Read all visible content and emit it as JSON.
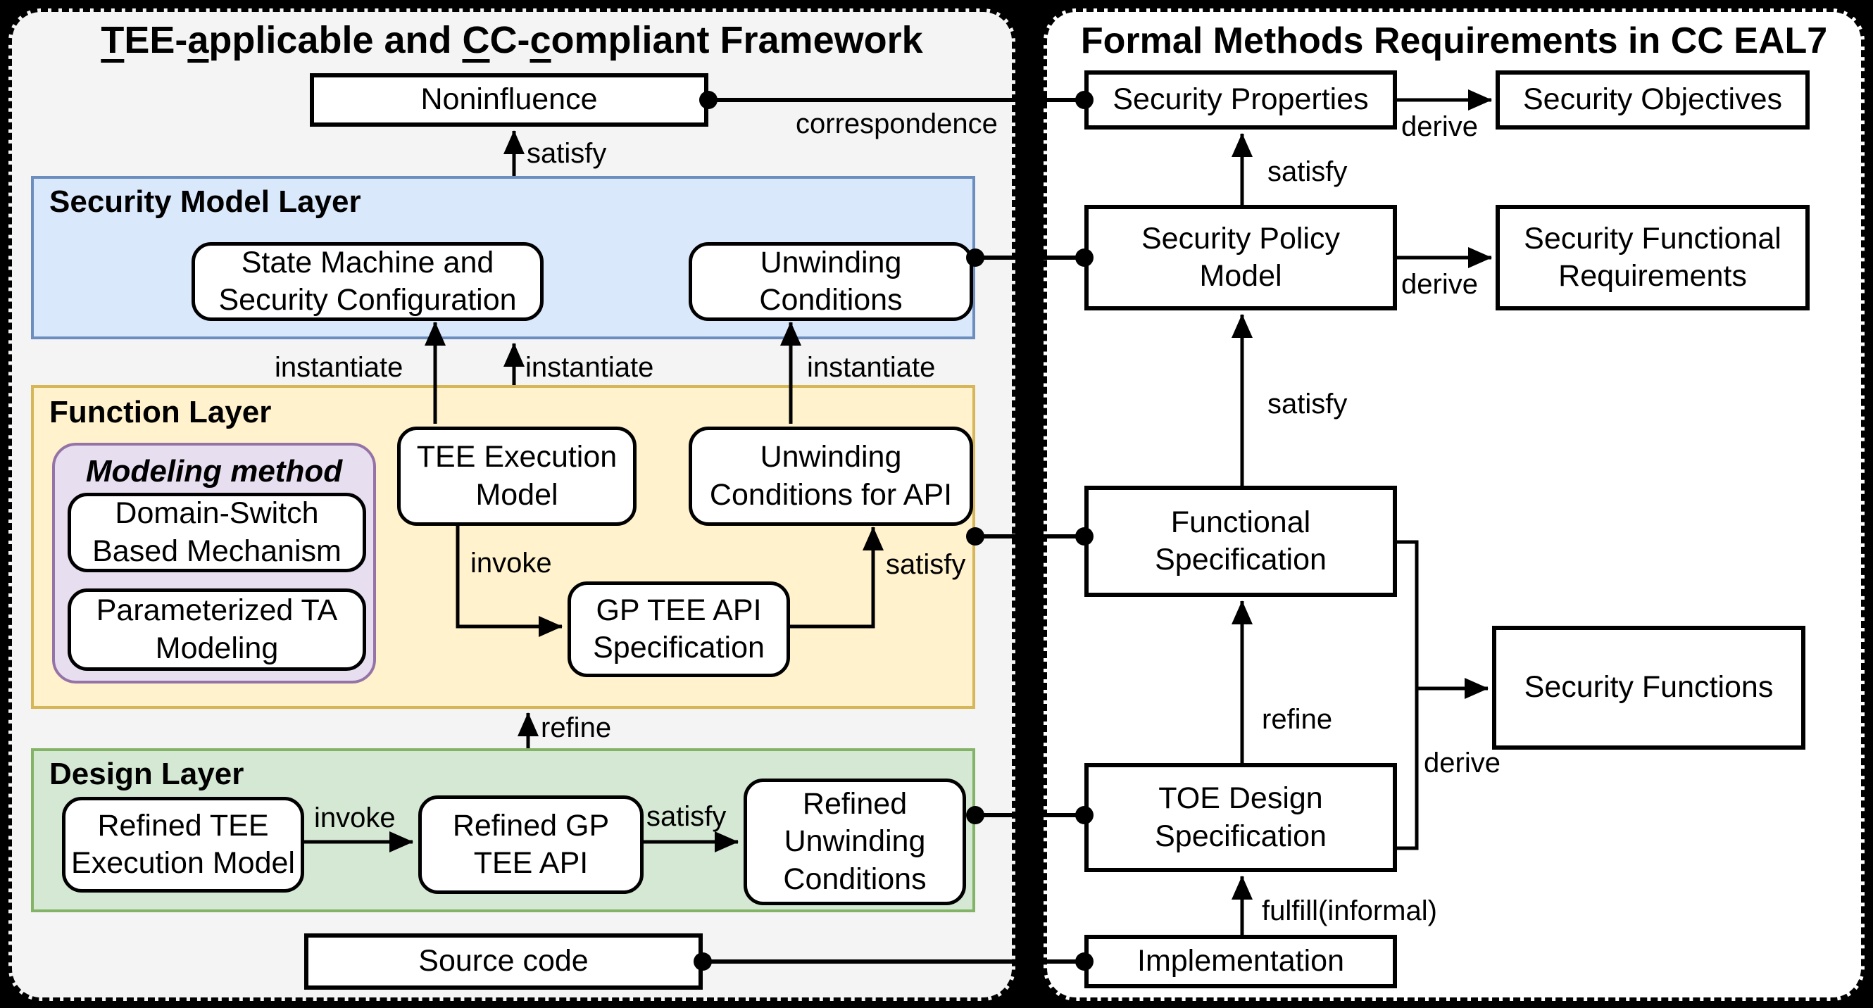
{
  "colors": {
    "page_bg": "#000000",
    "left_panel_bg": "#f4f4f4",
    "right_panel_bg": "#ffffff",
    "security_model_layer": {
      "fill": "#dae8fc",
      "border": "#6c8ebf"
    },
    "function_layer": {
      "fill": "#fff2cc",
      "border": "#d6b656"
    },
    "design_layer": {
      "fill": "#d5e8d4",
      "border": "#82b366"
    },
    "modeling_method_group": {
      "fill": "#e7def0",
      "border": "#9673a6"
    },
    "node_fill": "#ffffff",
    "line_color": "#000000"
  },
  "left_panel": {
    "title_parts": [
      {
        "text": "T",
        "underline": true
      },
      {
        "text": "EE-",
        "underline": false
      },
      {
        "text": "a",
        "underline": true
      },
      {
        "text": "pplicable and ",
        "underline": false
      },
      {
        "text": "C",
        "underline": true
      },
      {
        "text": "C-",
        "underline": false
      },
      {
        "text": "c",
        "underline": true
      },
      {
        "text": "ompliant Framework",
        "underline": false
      }
    ],
    "noninfluence": {
      "label": "Noninfluence"
    },
    "source_code": {
      "label": "Source code"
    },
    "security_model_layer": {
      "title": "Security Model Layer",
      "state_machine": {
        "line1": "State Machine and",
        "line2": "Security Configuration"
      },
      "unwinding_conditions": {
        "line1": "Unwinding",
        "line2": "Conditions"
      }
    },
    "function_layer": {
      "title": "Function Layer",
      "modeling_method": {
        "title": "Modeling method",
        "domain_switch": {
          "line1": "Domain-Switch",
          "line2": "Based Mechanism"
        },
        "parameterized_ta": {
          "line1": "Parameterized TA",
          "line2": "Modeling"
        }
      },
      "tee_execution_model": {
        "line1": "TEE Execution",
        "line2": "Model"
      },
      "unwinding_conditions_api": {
        "line1": "Unwinding",
        "line2": "Conditions for API"
      },
      "gp_tee_api_spec": {
        "line1": "GP TEE API",
        "line2": "Specification"
      }
    },
    "design_layer": {
      "title": "Design Layer",
      "refined_tee": {
        "line1": "Refined TEE",
        "line2": "Execution Model"
      },
      "refined_gp": {
        "line1": "Refined GP",
        "line2": "TEE API"
      },
      "refined_unwinding": {
        "line1": "Refined",
        "line2": "Unwinding",
        "line3": "Conditions"
      }
    },
    "edge_labels": {
      "satisfy_noninfluence": "satisfy",
      "correspondence": "correspondence",
      "instantiate_1": "instantiate",
      "instantiate_2": "instantiate",
      "instantiate_3": "instantiate",
      "invoke_function": "invoke",
      "satisfy_function": "satisfy",
      "refine": "refine",
      "invoke_design": "invoke",
      "satisfy_design": "satisfy"
    }
  },
  "right_panel": {
    "title": "Formal Methods Requirements in CC EAL7",
    "security_properties": {
      "label": "Security Properties"
    },
    "security_objectives": {
      "label": "Security Objectives"
    },
    "security_policy_model": {
      "line1": "Security Policy",
      "line2": "Model"
    },
    "security_functional_requirements": {
      "line1": "Security Functional",
      "line2": "Requirements"
    },
    "functional_specification": {
      "line1": "Functional",
      "line2": "Specification"
    },
    "security_functions": {
      "label": "Security Functions"
    },
    "toe_design_specification": {
      "line1": "TOE Design",
      "line2": "Specification"
    },
    "implementation": {
      "label": "Implementation"
    },
    "edge_labels": {
      "derive_objectives": "derive",
      "satisfy_properties": "satisfy",
      "derive_sfr": "derive",
      "satisfy_policy": "satisfy",
      "refine": "refine",
      "derive_functions": "derive",
      "fulfill": "fulfill(informal)"
    }
  }
}
